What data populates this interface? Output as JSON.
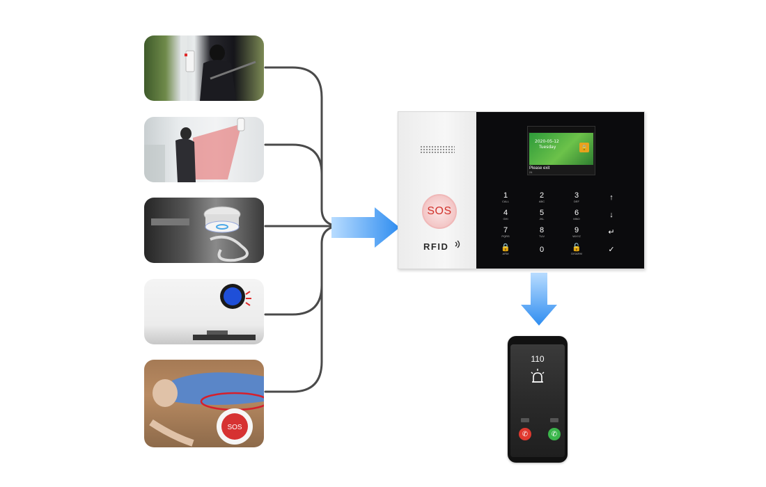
{
  "scenes": [
    {
      "name": "door-window-sensor"
    },
    {
      "name": "motion-detector"
    },
    {
      "name": "smoke-detector"
    },
    {
      "name": "gas-detector"
    },
    {
      "name": "sos-emergency-button"
    }
  ],
  "panel": {
    "sos_label": "SOS",
    "rfid_label": "RFID",
    "screen": {
      "date": "2020-05-12",
      "day": "Tuesday",
      "message": "Please exit",
      "footer": "24"
    },
    "keys": [
      {
        "main": "1",
        "sub": "CALL"
      },
      {
        "main": "2",
        "sub": "ABC"
      },
      {
        "main": "3",
        "sub": "DEF"
      },
      {
        "main": "↑",
        "sub": ""
      },
      {
        "main": "4",
        "sub": "GHI"
      },
      {
        "main": "5",
        "sub": "JKL"
      },
      {
        "main": "6",
        "sub": "MNO"
      },
      {
        "main": "↓",
        "sub": ""
      },
      {
        "main": "7",
        "sub": "PQRS"
      },
      {
        "main": "8",
        "sub": "TUV"
      },
      {
        "main": "9",
        "sub": "WXYZ"
      },
      {
        "main": "↵",
        "sub": ""
      },
      {
        "main": "🔒",
        "sub": "ARM"
      },
      {
        "main": "0",
        "sub": ""
      },
      {
        "main": "🔓",
        "sub": "DISARM"
      },
      {
        "main": "✓",
        "sub": ""
      }
    ]
  },
  "phone": {
    "number": "110"
  },
  "colors": {
    "arrow_blue": "#2f8df0",
    "connector": "#4a4a4a",
    "sos_red": "#d1312b"
  }
}
